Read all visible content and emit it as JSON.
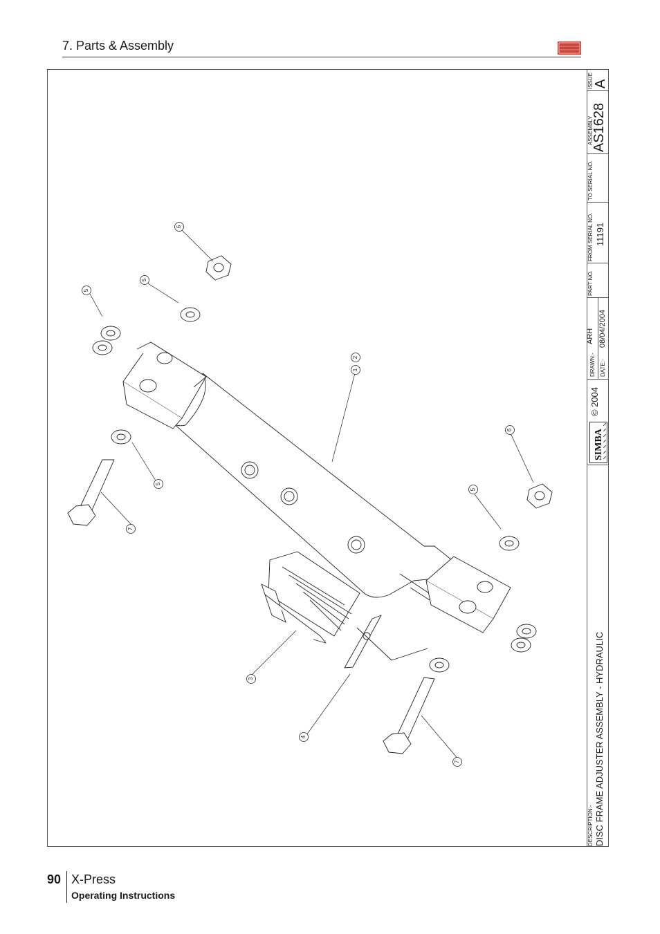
{
  "header": {
    "section_title": "7. Parts & Assembly"
  },
  "title_block": {
    "issue_label": "ISSUE",
    "issue_value": "A",
    "assembly_label": "ASSEMBLY",
    "assembly_value": "AS1628",
    "to_serial_label": "TO SERIAL NO.",
    "to_serial_value": "",
    "from_serial_label": "FROM SERIAL NO.",
    "from_serial_value": "11191",
    "part_no_label": "PART NO.",
    "drawn_label": "DRAWN:-",
    "drawn_value": "ARH",
    "date_label": "DATE:-",
    "date_value": "08/04/2004",
    "copyright": "© 2004",
    "brand": "SIMBA",
    "description_label": "DESCRIPTION:-",
    "description_value": "DISC FRAME ADJUSTER ASSEMBLY - HYDRAULIC"
  },
  "callouts": [
    "1",
    "2",
    "3",
    "4",
    "5",
    "6",
    "7"
  ],
  "footer": {
    "page_number": "90",
    "product": "X-Press",
    "subtitle": "Operating Instructions"
  }
}
